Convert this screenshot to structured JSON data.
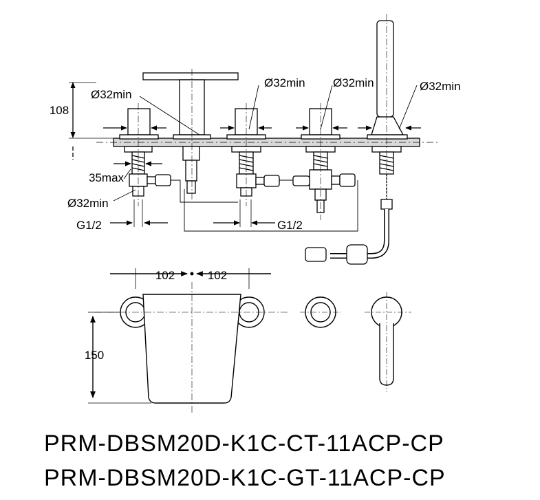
{
  "dimensions": {
    "height_108": "108",
    "dia_left": "Ø32min",
    "dia_mid1": "Ø32min",
    "dia_mid2": "Ø32min",
    "dia_right": "Ø32min",
    "reach_35": "35max",
    "dia_bottom_left": "Ø32min",
    "thread_left": "G1/2",
    "thread_mid": "G1/2",
    "spacing_left": "102",
    "spacing_right": "102",
    "depth_150": "150"
  },
  "models": [
    "PRM-DBSM20D-K1C-CT-11ACP-CP",
    "PRM-DBSM20D-K1C-GT-11ACP-CP"
  ]
}
